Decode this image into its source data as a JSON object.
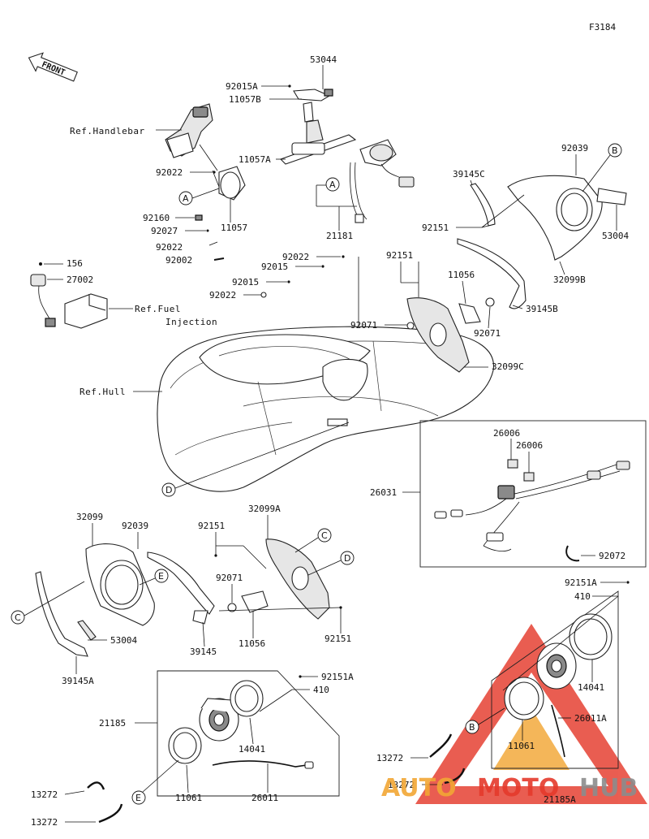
{
  "figure_code": "F3184",
  "front_label": "FRONT",
  "refs": {
    "handlebar": "Ref.Handlebar",
    "fuel_injection_1": "Ref.Fuel",
    "fuel_injection_2": "Injection",
    "hull": "Ref.Hull"
  },
  "callouts": {
    "a": "A",
    "b": "B",
    "c": "C",
    "d": "D",
    "e": "E"
  },
  "part_numbers": {
    "p53044": "53044",
    "p92015a": "92015A",
    "p11057b": "11057B",
    "p11057a": "11057A",
    "p92022_top": "92022",
    "p11057": "11057",
    "p92160": "92160",
    "p92027": "92027",
    "p92022_mid": "92022",
    "p92002": "92002",
    "p21181": "21181",
    "p92022_c1": "92022",
    "p92015_c1": "92015",
    "p92015_c2": "92015",
    "p92022_c2": "92022",
    "p156": "156",
    "p27002": "27002",
    "p92039_top": "92039",
    "p39145c": "39145C",
    "p92151_top": "92151",
    "p53004_top": "53004",
    "p32099b": "32099B",
    "p92151_mid": "92151",
    "p11056_top": "11056",
    "p39145b": "39145B",
    "p92071_top": "92071",
    "p92071_mid": "92071",
    "p32099c": "32099C",
    "p26006_a": "26006",
    "p26006_b": "26006",
    "p26031": "26031",
    "p92072": "92072",
    "p32099": "32099",
    "p92039_bot": "92039",
    "p32099a": "32099A",
    "p92151_bot1": "92151",
    "p92071_bot": "92071",
    "p11056_bot": "11056",
    "p92151_bot2": "92151",
    "p53004_bot": "53004",
    "p39145": "39145",
    "p39145a": "39145A",
    "p92151a_r": "92151A",
    "p410_r": "410",
    "p14041_r": "14041",
    "p26011a": "26011A",
    "p11061_r": "11061",
    "p13272_r1": "13272",
    "p13272_r2": "13272",
    "p21185a": "21185A",
    "p92151a_l": "92151A",
    "p410_l": "410",
    "p21185": "21185",
    "p14041_l": "14041",
    "p11061_l": "11061",
    "p26011": "26011",
    "p13272_l1": "13272",
    "p13272_l2": "13272"
  },
  "watermark": {
    "part1": "AUTO",
    "part2": "MOTO",
    "part3": "HUB"
  },
  "colors": {
    "watermark_red": "#e53a2c",
    "watermark_orange": "#f2a735",
    "watermark_gray": "#8c8c8c",
    "line": "#111111"
  }
}
